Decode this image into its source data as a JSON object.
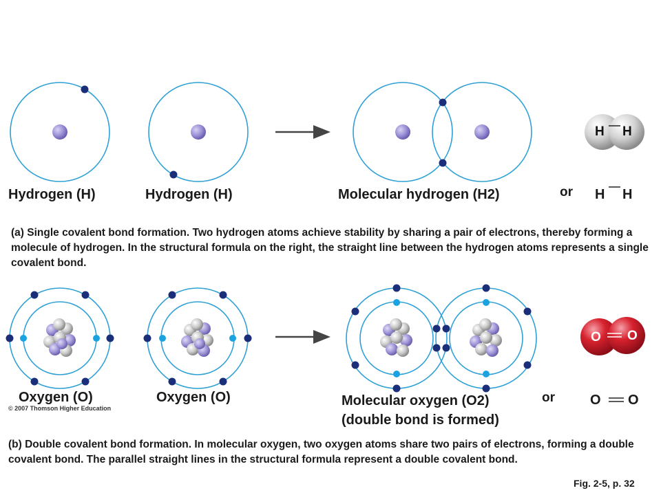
{
  "hydrogen": {
    "atom1_label": "Hydrogen (H)",
    "atom2_label": "Hydrogen (H)",
    "molecule_label": "Molecular hydrogen (H2)",
    "or_label": "or",
    "model_left": "H",
    "model_right": "H",
    "formula_left": "H",
    "formula_right": "H",
    "caption": "(a) Single covalent bond formation. Two hydrogen atoms achieve stability by sharing a pair of electrons, thereby forming a molecule of hydrogen. In the structural formula on the right, the straight line between the hydrogen atoms represents a single covalent bond."
  },
  "oxygen": {
    "atom1_label": "Oxygen (O)",
    "atom2_label": "Oxygen (O)",
    "molecule_label_line1": "Molecular oxygen (O2)",
    "molecule_label_line2": "(double bond is formed)",
    "or_label": "or",
    "model_left": "O",
    "model_right": "O",
    "formula_left": "O",
    "formula_right": "O",
    "caption": "(b) Double covalent bond formation. In molecular oxygen, two oxygen atoms share two pairs of electrons, forming a double covalent bond. The parallel straight lines in the structural formula represent a double covalent bond."
  },
  "copyright": "© 2007 Thomson Higher Education",
  "figure_ref": "Fig. 2-5, p. 32",
  "colors": {
    "orbit": "#2fa0d6",
    "outer_electron": "#1b2e7a",
    "inner_electron": "#1aa3e0",
    "nucleus": "#9a90d6",
    "oxygen_sphere": "#d0202e",
    "hydrogen_sphere": "#d8d8d8"
  }
}
